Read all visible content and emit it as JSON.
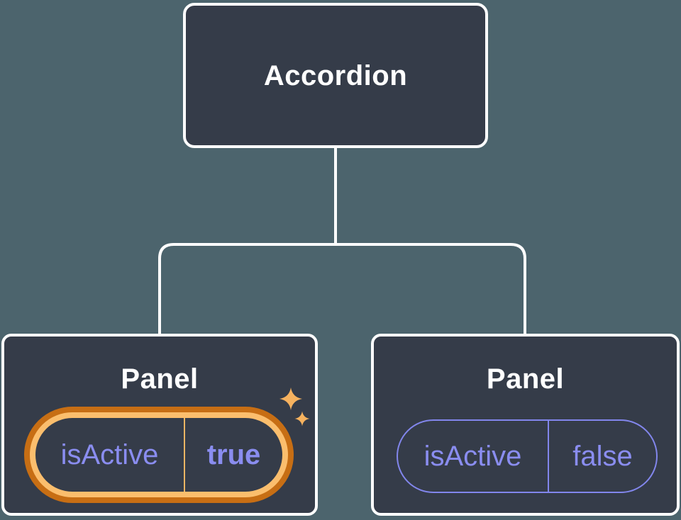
{
  "tree": {
    "root": {
      "label": "Accordion"
    },
    "panels": [
      {
        "title": "Panel",
        "state": {
          "key": "isActive",
          "value": "true"
        },
        "highlighted": true
      },
      {
        "title": "Panel",
        "state": {
          "key": "isActive",
          "value": "false"
        },
        "highlighted": false
      }
    ]
  },
  "icons": {
    "sparkle": "✦"
  },
  "colors": {
    "background": "#4C646D",
    "node_fill": "#353C49",
    "node_border": "#FFFFFF",
    "connector_line": "#FFFFFF",
    "state_text_purple": "#8A8DF0",
    "pill_border_purple": "#8286EC",
    "highlight_orange_outer": "#C76E14",
    "highlight_orange_inner": "#FBBE6D",
    "highlight_divider": "#EDB563",
    "sparkle_orange": "#F6B25F"
  }
}
